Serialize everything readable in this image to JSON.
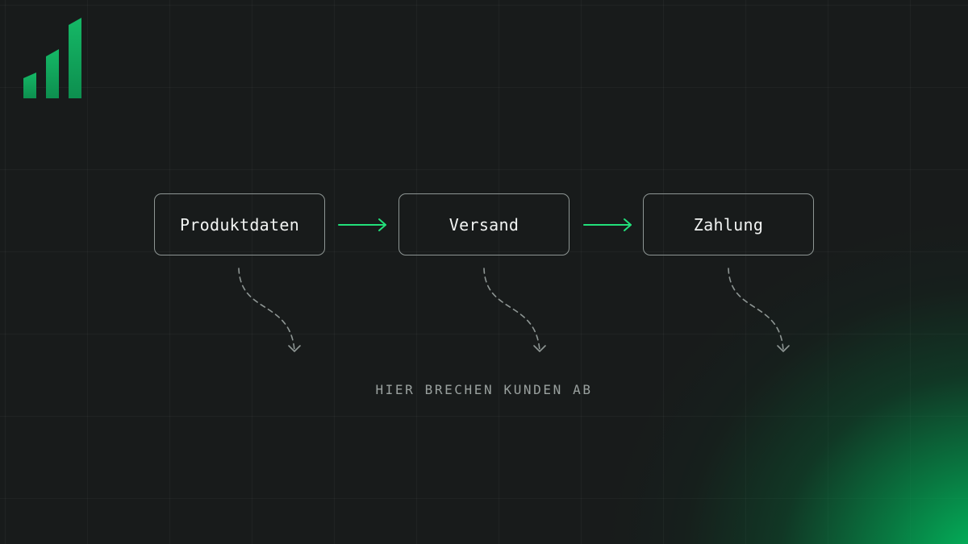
{
  "brand": {
    "logo_icon": "bar-chart-logo-icon",
    "logo_color": "#10a35a"
  },
  "flow": {
    "steps": [
      {
        "label": "Produktdaten"
      },
      {
        "label": "Versand"
      },
      {
        "label": "Zahlung"
      }
    ],
    "connector_color": "#22e07a",
    "dropoff_color": "#8e9694",
    "dropoff_label": "HIER BRECHEN KUNDEN AB"
  },
  "colors": {
    "background": "#181b1b",
    "accent_glow": "#00c864",
    "box_border": "#8e9694",
    "text": "#f2f4f3"
  }
}
